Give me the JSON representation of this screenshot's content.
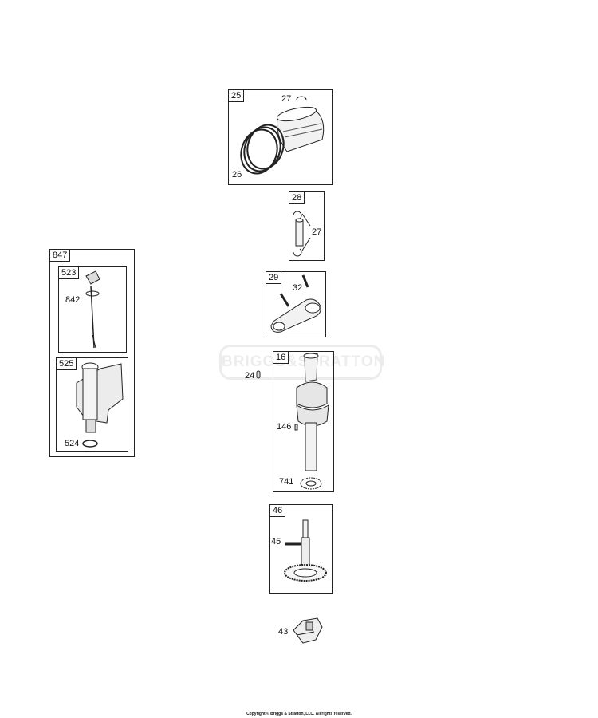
{
  "watermark": "BRIGGS&STRATTON",
  "copyright": "Copyright © Briggs & Stratton, LLC. All rights reserved.",
  "groups": {
    "piston": {
      "id": "25",
      "parts": {
        "ring_clip": "27",
        "rings": "26"
      }
    },
    "piston_pin": {
      "id": "28",
      "parts": {
        "clips": "27"
      }
    },
    "connecting_rod": {
      "id": "29",
      "parts": {
        "bolt": "32"
      }
    },
    "crankshaft": {
      "id": "16",
      "parts": {
        "pin": "24",
        "key": "146",
        "gear": "741"
      }
    },
    "camshaft": {
      "id": "46",
      "parts": {
        "lifter": "45"
      }
    },
    "oil_fill": {
      "id": "847"
    },
    "dipstick": {
      "id": "523",
      "parts": {
        "o_ring": "842"
      }
    },
    "oil_tube": {
      "id": "525",
      "parts": {
        "o_ring": "524"
      }
    }
  },
  "loose_parts": {
    "governor": "43"
  }
}
